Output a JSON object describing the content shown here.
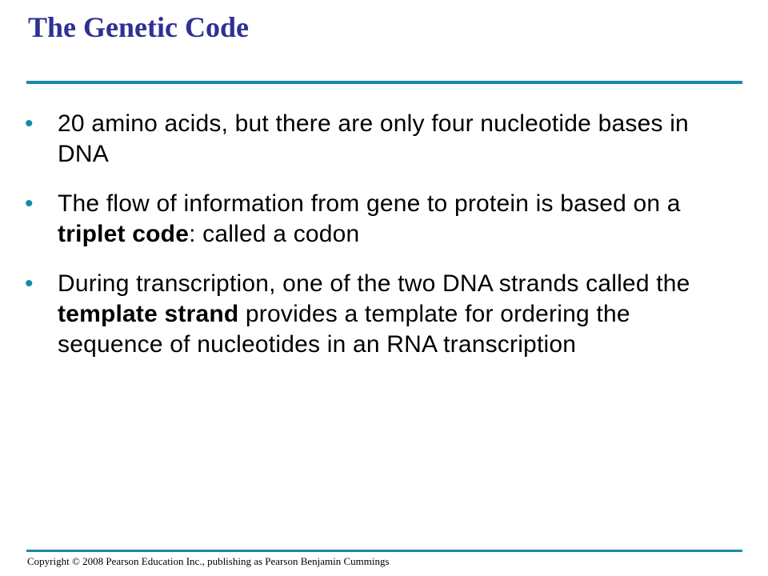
{
  "slide": {
    "title": "The Genetic Code",
    "bullets": [
      {
        "parts": [
          {
            "text": "20 amino acids, but there are only four nucleotide bases in DNA",
            "bold": false
          }
        ]
      },
      {
        "parts": [
          {
            "text": "The flow of information from gene to protein is based on a ",
            "bold": false
          },
          {
            "text": "triplet code",
            "bold": true
          },
          {
            "text": ": called a codon",
            "bold": false
          }
        ]
      },
      {
        "parts": [
          {
            "text": "During transcription, one of the two DNA strands called the ",
            "bold": false
          },
          {
            "text": "template strand",
            "bold": true
          },
          {
            "text": " provides a template for ordering the sequence of nucleotides in an RNA transcription",
            "bold": false
          }
        ]
      }
    ],
    "bullet_glyph": "•",
    "footer": "Copyright © 2008 Pearson Education Inc., publishing as Pearson Benjamin Cummings"
  },
  "colors": {
    "title": "#2e3192",
    "accent": "#1a88a8",
    "text": "#000000"
  }
}
